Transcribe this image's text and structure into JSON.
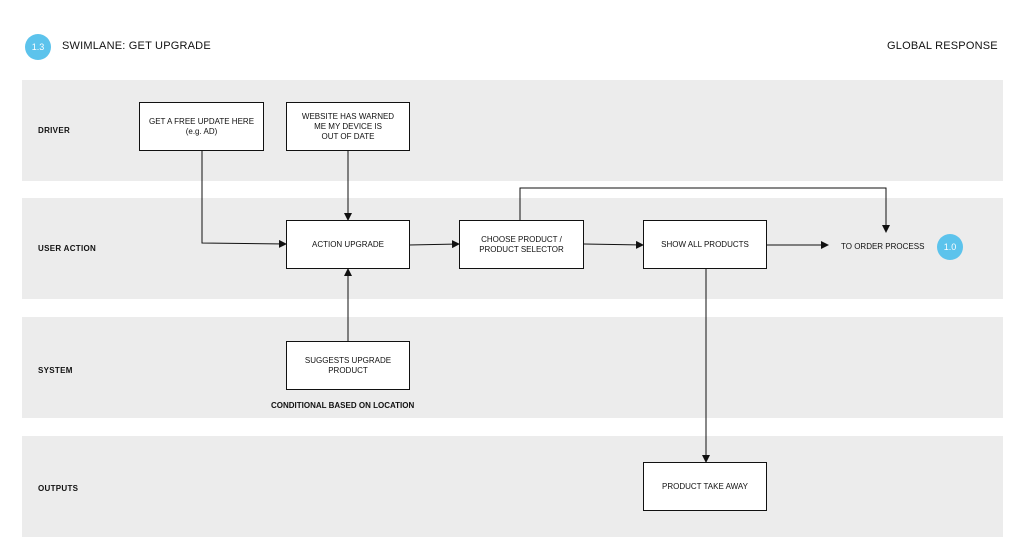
{
  "header": {
    "badge": "1.3",
    "title": "SWIMLANE: GET UPGRADE",
    "right_title": "GLOBAL RESPONSE"
  },
  "lanes": {
    "driver": "DRIVER",
    "user_action": "USER ACTION",
    "system": "SYSTEM",
    "outputs": "OUTPUTS"
  },
  "boxes": {
    "free_update": "GET A FREE UPDATE HERE\n(e.g. AD)",
    "website_warned": "WEBSITE HAS WARNED\nME MY DEVICE IS\nOUT OF DATE",
    "action_upgrade": "ACTION UPGRADE",
    "choose_product": "CHOOSE PRODUCT /\nPRODUCT SELECTOR",
    "show_all": "SHOW ALL PRODUCTS",
    "suggests_upgrade": "SUGGESTS UPGRADE\nPRODUCT",
    "take_away": "PRODUCT TAKE AWAY"
  },
  "note": "CONDITIONAL BASED ON LOCATION",
  "order_process": {
    "label": "TO ORDER PROCESS",
    "badge": "1.0"
  },
  "colors": {
    "lane": "#ececec",
    "badge": "#5cc3ec",
    "line": "#111111"
  }
}
